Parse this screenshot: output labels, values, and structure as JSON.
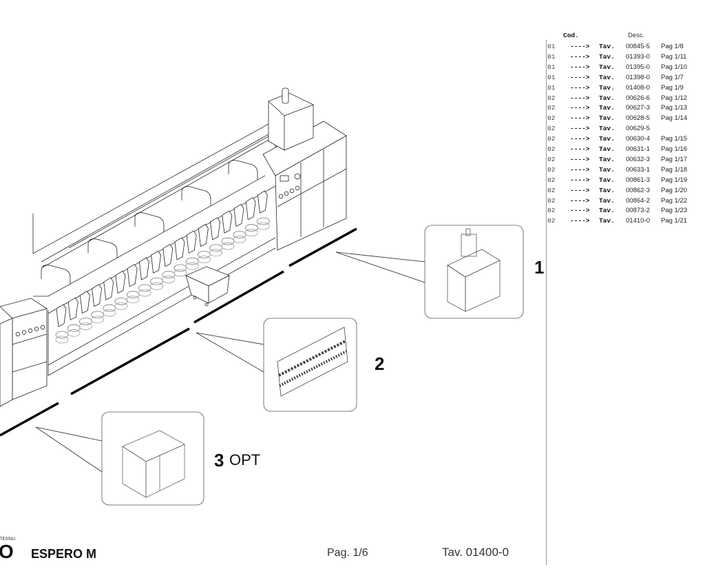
{
  "table": {
    "header_code": "Cod.",
    "header_desc": "Desc.",
    "rows": [
      {
        "code": "01",
        "arrow": "---->",
        "tav": "Tav.",
        "number": "00845-5",
        "page": "Pag 1/8"
      },
      {
        "code": "01",
        "arrow": "---->",
        "tav": "Tav.",
        "number": "01393-0",
        "page": "Pag 1/11"
      },
      {
        "code": "01",
        "arrow": "---->",
        "tav": "Tav.",
        "number": "01395-0",
        "page": "Pag 1/10"
      },
      {
        "code": "01",
        "arrow": "---->",
        "tav": "Tav.",
        "number": "01398-0",
        "page": "Pag 1/7"
      },
      {
        "code": "01",
        "arrow": "---->",
        "tav": "Tav.",
        "number": "01408-0",
        "page": "Pag 1/9"
      },
      {
        "code": "02",
        "arrow": "---->",
        "tav": "Tav.",
        "number": "00626-6",
        "page": "Pag 1/12"
      },
      {
        "code": "02",
        "arrow": "---->",
        "tav": "Tav.",
        "number": "00627-3",
        "page": "Pag 1/13"
      },
      {
        "code": "02",
        "arrow": "---->",
        "tav": "Tav.",
        "number": "00628-5",
        "page": "Pag 1/14"
      },
      {
        "code": "02",
        "arrow": "---->",
        "tav": "Tav.",
        "number": "00629-5",
        "page": ""
      },
      {
        "code": "02",
        "arrow": "---->",
        "tav": "Tav.",
        "number": "00630-4",
        "page": "Pag 1/15"
      },
      {
        "code": "02",
        "arrow": "---->",
        "tav": "Tav.",
        "number": "00631-1",
        "page": "Pag 1/16"
      },
      {
        "code": "02",
        "arrow": "---->",
        "tav": "Tav.",
        "number": "00632-3",
        "page": "Pag 1/17"
      },
      {
        "code": "02",
        "arrow": "---->",
        "tav": "Tav.",
        "number": "00633-1",
        "page": "Pag 1/18"
      },
      {
        "code": "02",
        "arrow": "---->",
        "tav": "Tav.",
        "number": "00861-3",
        "page": "Pag 1/19"
      },
      {
        "code": "02",
        "arrow": "---->",
        "tav": "Tav.",
        "number": "00862-3",
        "page": "Pag 1/20"
      },
      {
        "code": "02",
        "arrow": "---->",
        "tav": "Tav.",
        "number": "00864-2",
        "page": "Pag 1/22"
      },
      {
        "code": "02",
        "arrow": "---->",
        "tav": "Tav.",
        "number": "00873-2",
        "page": "Pag 1/23"
      },
      {
        "code": "02",
        "arrow": "---->",
        "tav": "Tav.",
        "number": "01410-0",
        "page": "Pag 1/21"
      }
    ]
  },
  "callouts": {
    "one": "1",
    "two": "2",
    "three": "3",
    "three_suffix": "OPT"
  },
  "footer": {
    "brand_small": "TESSILI",
    "brand_big": "O",
    "model": "ESPERO M",
    "page": "Pag. 1/6",
    "plate": "Tav. 01400-0"
  }
}
